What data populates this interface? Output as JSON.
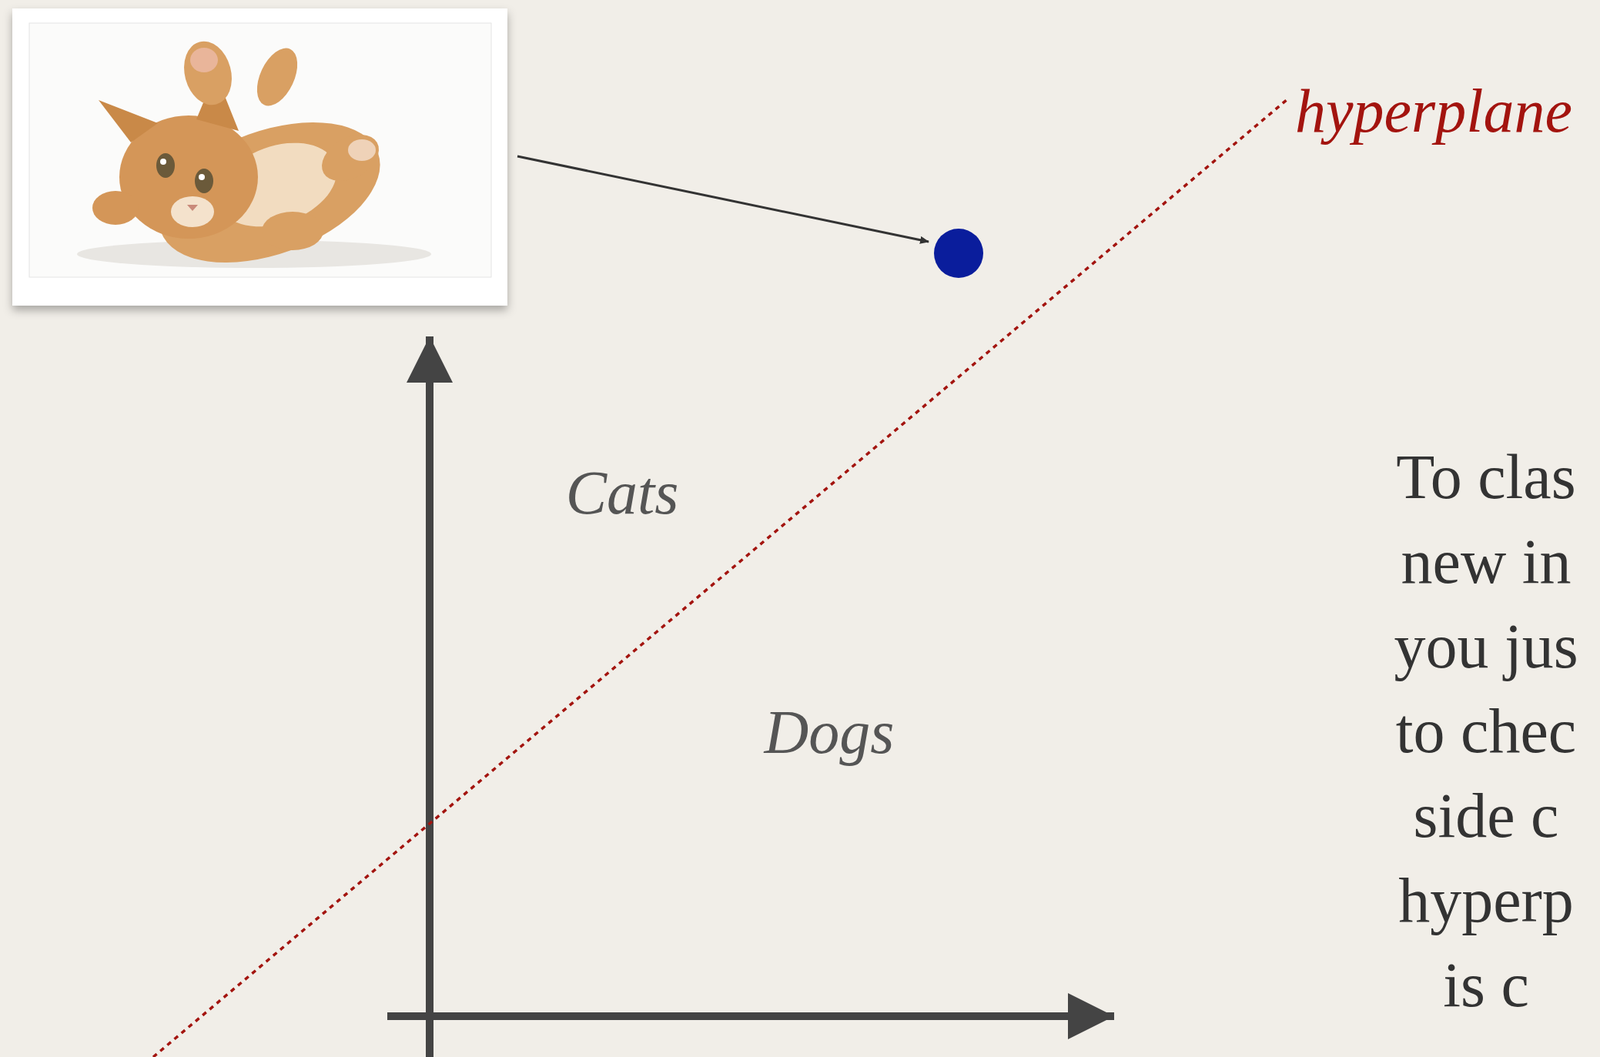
{
  "diagram": {
    "labels": [
      "hyperplane",
      "Cats",
      "Dogs",
      "To clas new in you jus to chec side c hyperp is c"
    ]
  }
}
